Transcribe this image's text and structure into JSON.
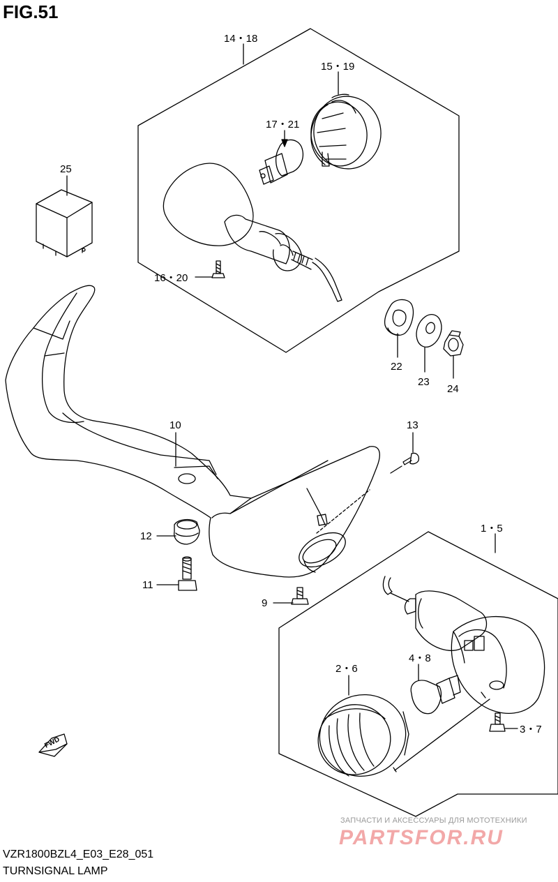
{
  "figure": {
    "title": "FIG.51",
    "code": "VZR1800BZL4_E03_E28_051",
    "name": "TURNSIGNAL LAMP"
  },
  "labels": {
    "p14_18": "14・18",
    "p15_19": "15・19",
    "p17_21": "17・21",
    "p25": "25",
    "p16_20": "16・20",
    "p22": "22",
    "p23": "23",
    "p24": "24",
    "p10": "10",
    "p13": "13",
    "p12": "12",
    "p11": "11",
    "p9": "9",
    "p1_5": "1・5",
    "p2_6": "2・6",
    "p4_8": "4・8",
    "p3_7": "3・7"
  },
  "fwd": "FWD",
  "watermark": {
    "tagline": "ЗАПЧАСТИ И АКСЕССУАРЫ ДЛЯ МОТОТЕХНИКИ",
    "logo": "PARTSFOR.RU"
  }
}
